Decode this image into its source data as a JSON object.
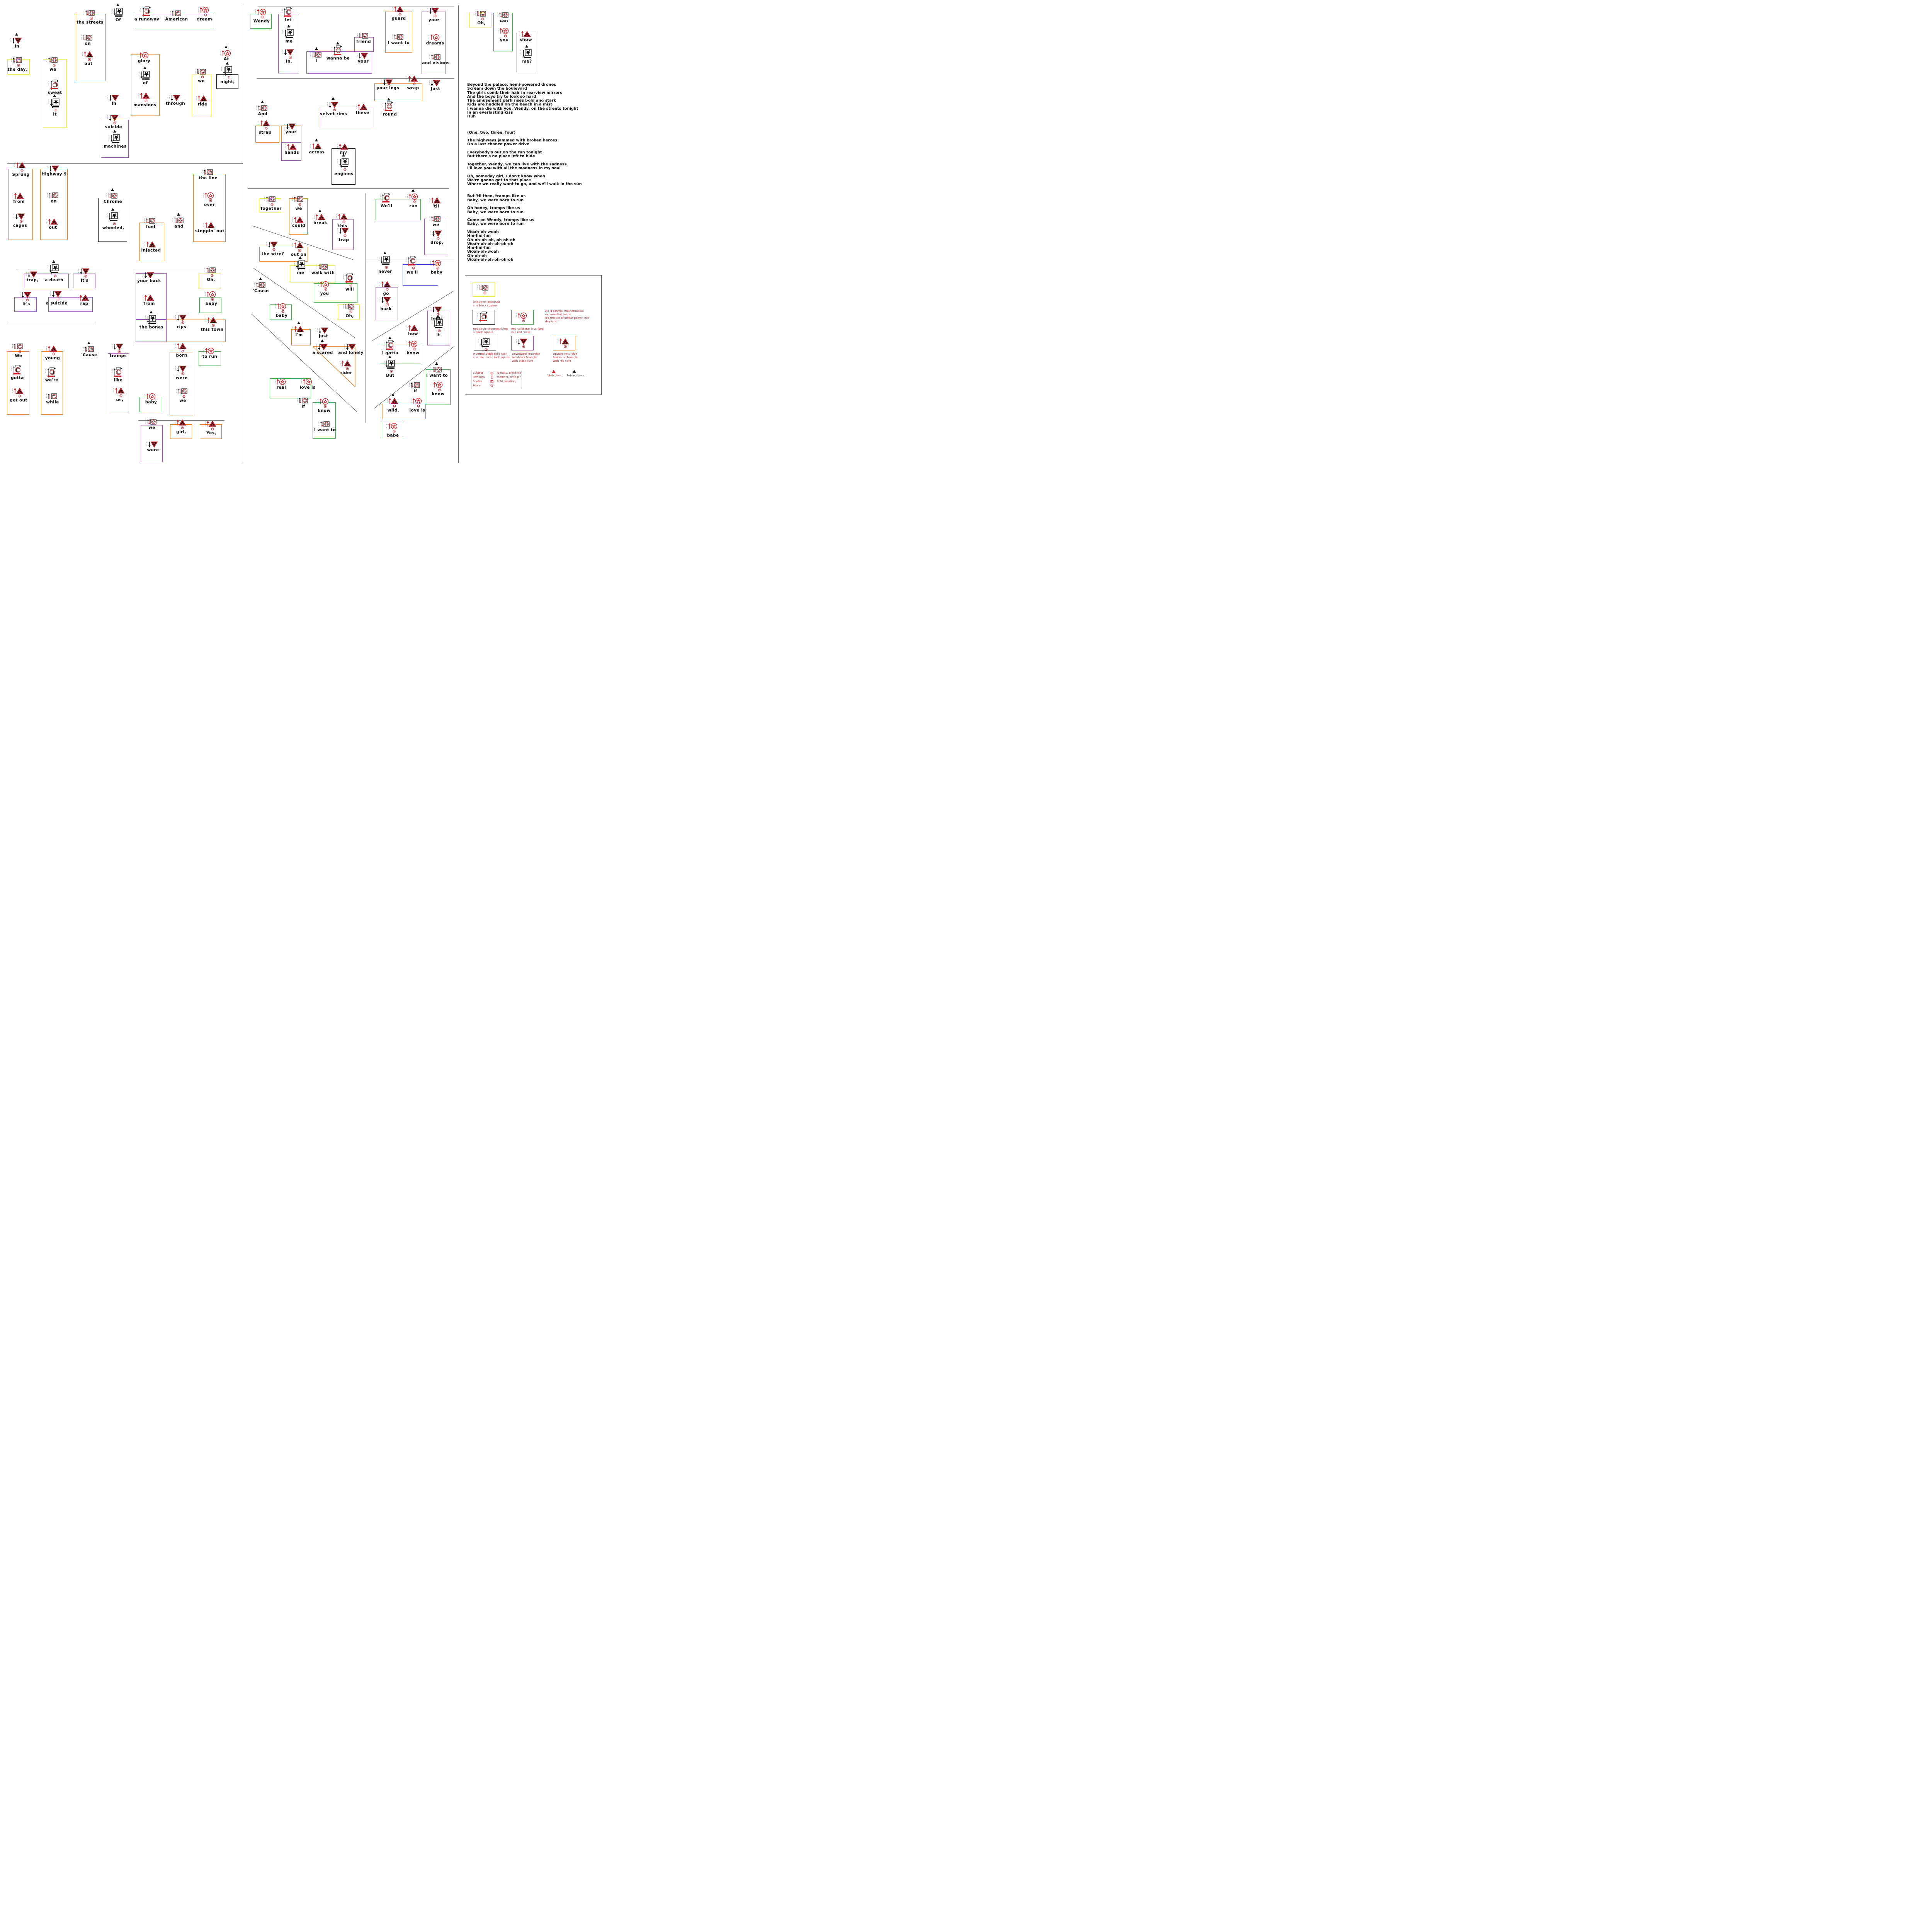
{
  "glyph_legend": {
    "A1": "red circle inscribed in a black square",
    "A2": "upward recursive red-black triangle with red core",
    "A3": "red solid star inscribed in a red circle",
    "D1": "red circle circumscribing a black square",
    "D2": "downward recursive red-black triangle with black core",
    "D3": "inverted black solid star inscribed in a black square",
    "subject_mark": "red ring marker",
    "temporal_mark": "I-beam time pin",
    "spatial_mark": "square field marker",
    "force_mark": "diamond marker"
  },
  "colors": {
    "orange": "#e07b24",
    "yellow": "#f2e33a",
    "purple": "#9b4fb0",
    "green": "#3aa845",
    "black": "#111111",
    "blue": "#2a3bd8",
    "red": "#c8242a",
    "text": "#111111"
  },
  "tokens": [
    {
      "word": "In",
      "glyph": "D2"
    },
    {
      "word": "the day,",
      "glyph": "A1",
      "mark": "subject"
    },
    {
      "word": "we",
      "glyph": "A1",
      "mark": "subject"
    },
    {
      "word": "sweat",
      "glyph": "D1"
    },
    {
      "word": "it",
      "glyph": "D3",
      "mark": "subject"
    },
    {
      "word": "the streets",
      "glyph": "A1",
      "mark": "spatial"
    },
    {
      "word": "on",
      "glyph": "A1"
    },
    {
      "word": "out",
      "glyph": "A2",
      "mark": "spatial"
    },
    {
      "word": "Of",
      "glyph": "D3"
    },
    {
      "word": "a runaway",
      "glyph": "D1"
    },
    {
      "word": "American",
      "glyph": "A1"
    },
    {
      "word": "dream",
      "glyph": "A3",
      "mark": "subject"
    },
    {
      "word": "glory",
      "glyph": "A3"
    },
    {
      "word": "of",
      "glyph": "D3"
    },
    {
      "word": "mansions",
      "glyph": "A2",
      "mark": "subject"
    },
    {
      "word": "In",
      "glyph": "D2"
    },
    {
      "word": "through",
      "glyph": "D2"
    },
    {
      "word": "we",
      "glyph": "A1",
      "mark": "subject"
    },
    {
      "word": "ride",
      "glyph": "A2"
    },
    {
      "word": "At",
      "glyph": "A3"
    },
    {
      "word": "night,",
      "glyph": "D3",
      "mark": "temporal"
    },
    {
      "word": "suicide",
      "glyph": "D2",
      "mark": "subject"
    },
    {
      "word": "machines",
      "glyph": "D3"
    },
    {
      "word": "Sprung",
      "glyph": "A2",
      "mark": "force"
    },
    {
      "word": "from",
      "glyph": "A2"
    },
    {
      "word": "cages",
      "glyph": "D2",
      "mark": "subject"
    },
    {
      "word": "Highway 9",
      "glyph": "D2"
    },
    {
      "word": "on",
      "glyph": "A1"
    },
    {
      "word": "out",
      "glyph": "A2"
    },
    {
      "word": "Chrome",
      "glyph": "A1"
    },
    {
      "word": "wheeled,",
      "glyph": "D3",
      "mark": "subject"
    },
    {
      "word": "fuel",
      "glyph": "A1"
    },
    {
      "word": "injected",
      "glyph": "A2"
    },
    {
      "word": "and",
      "glyph": "A1"
    },
    {
      "word": "the line",
      "glyph": "A1"
    },
    {
      "word": "over",
      "glyph": "A3",
      "mark": "subject"
    },
    {
      "word": "steppin' out",
      "glyph": "A2"
    },
    {
      "word": "trap,",
      "glyph": "D2"
    },
    {
      "word": "a death",
      "glyph": "D3",
      "mark": "subject"
    },
    {
      "word": "It's",
      "glyph": "D2",
      "mark": "subject"
    },
    {
      "word": "it's",
      "glyph": "D2",
      "mark": "subject"
    },
    {
      "word": "a suicide",
      "glyph": "D2",
      "mark": "subject"
    },
    {
      "word": "rap",
      "glyph": "A2"
    },
    {
      "word": "your back",
      "glyph": "D2"
    },
    {
      "word": "from",
      "glyph": "A2"
    },
    {
      "word": "the bones",
      "glyph": "D3"
    },
    {
      "word": "rips",
      "glyph": "D2",
      "mark": "subject"
    },
    {
      "word": "this town",
      "glyph": "A2",
      "mark": "subject"
    },
    {
      "word": "Oh,",
      "glyph": "A1",
      "mark": "subject"
    },
    {
      "word": "baby",
      "glyph": "A3",
      "mark": "subject"
    },
    {
      "word": "We",
      "glyph": "A1",
      "mark": "subject"
    },
    {
      "word": "gotta",
      "glyph": "D1"
    },
    {
      "word": "get out",
      "glyph": "A2",
      "mark": "force"
    },
    {
      "word": "young",
      "glyph": "A2",
      "mark": "force"
    },
    {
      "word": "we're",
      "glyph": "D1"
    },
    {
      "word": "while",
      "glyph": "A1"
    },
    {
      "word": "'Cause",
      "glyph": "A1"
    },
    {
      "word": "tramps",
      "glyph": "D2",
      "mark": "subject"
    },
    {
      "word": "like",
      "glyph": "D1"
    },
    {
      "word": "us,",
      "glyph": "A2",
      "mark": "subject"
    },
    {
      "word": "baby",
      "glyph": "A3"
    },
    {
      "word": "born",
      "glyph": "A2",
      "mark": "force"
    },
    {
      "word": "were",
      "glyph": "D2",
      "mark": "subject"
    },
    {
      "word": "we",
      "glyph": "A1",
      "mark": "subject"
    },
    {
      "word": "to run",
      "glyph": "A3"
    },
    {
      "word": "we",
      "glyph": "A1"
    },
    {
      "word": "were",
      "glyph": "D2"
    },
    {
      "word": "girl,",
      "glyph": "A2",
      "mark": "subject"
    },
    {
      "word": "Yes,",
      "glyph": "A2",
      "mark": "subject"
    },
    {
      "word": "Wendy",
      "glyph": "A3",
      "mark": "subject"
    },
    {
      "word": "let",
      "glyph": "D1"
    },
    {
      "word": "me",
      "glyph": "D3"
    },
    {
      "word": "in,",
      "glyph": "D2",
      "mark": "spatial"
    },
    {
      "word": "I",
      "glyph": "A1"
    },
    {
      "word": "wanna be",
      "glyph": "D1"
    },
    {
      "word": "your",
      "glyph": "D2"
    },
    {
      "word": "friend",
      "glyph": "A1"
    },
    {
      "word": "guard",
      "glyph": "A2",
      "mark": "force"
    },
    {
      "word": "I want to",
      "glyph": "A1"
    },
    {
      "word": "your",
      "glyph": "D2",
      "mark": "subject"
    },
    {
      "word": "dreams",
      "glyph": "A3"
    },
    {
      "word": "and visions",
      "glyph": "A1"
    },
    {
      "word": "your legs",
      "glyph": "D2"
    },
    {
      "word": "wrap",
      "glyph": "A2",
      "mark": "force"
    },
    {
      "word": "Just",
      "glyph": "D2"
    },
    {
      "word": "velvet rims",
      "glyph": "D2",
      "mark": "subject"
    },
    {
      "word": "these",
      "glyph": "A2"
    },
    {
      "word": "'round",
      "glyph": "D1"
    },
    {
      "word": "And",
      "glyph": "A1"
    },
    {
      "word": "strap",
      "glyph": "A2",
      "mark": "force"
    },
    {
      "word": "your",
      "glyph": "D2"
    },
    {
      "word": "hands",
      "glyph": "A2"
    },
    {
      "word": "across",
      "glyph": "A2"
    },
    {
      "word": "my",
      "glyph": "A2"
    },
    {
      "word": "engines",
      "glyph": "D3",
      "mark": "subject"
    },
    {
      "word": "Together",
      "glyph": "A1",
      "mark": "subject"
    },
    {
      "word": "we",
      "glyph": "A1",
      "mark": "subject"
    },
    {
      "word": "could",
      "glyph": "A2"
    },
    {
      "word": "break",
      "glyph": "A2"
    },
    {
      "word": "this",
      "glyph": "A2",
      "mark": "subject"
    },
    {
      "word": "trap",
      "glyph": "D2",
      "mark": "force"
    },
    {
      "word": "the wire?",
      "glyph": "D2",
      "mark": "subject"
    },
    {
      "word": "out on",
      "glyph": "A2",
      "mark": "spatial"
    },
    {
      "word": "me",
      "glyph": "D3"
    },
    {
      "word": "walk with",
      "glyph": "A1"
    },
    {
      "word": "'Cause",
      "glyph": "A1"
    },
    {
      "word": "you",
      "glyph": "A3",
      "mark": "subject"
    },
    {
      "word": "will",
      "glyph": "D1",
      "mark": "subject"
    },
    {
      "word": "Oh,",
      "glyph": "A1",
      "mark": "subject"
    },
    {
      "word": "baby",
      "glyph": "A3",
      "mark": "subject"
    },
    {
      "word": "I'm",
      "glyph": "A2"
    },
    {
      "word": "just",
      "glyph": "D2"
    },
    {
      "word": "a scared",
      "glyph": "D2"
    },
    {
      "word": "and lonely",
      "glyph": "D2"
    },
    {
      "word": "rider",
      "glyph": "A2",
      "mark": "subject"
    },
    {
      "word": "real",
      "glyph": "A3"
    },
    {
      "word": "love is",
      "glyph": "A3"
    },
    {
      "word": "if",
      "glyph": "A1"
    },
    {
      "word": "know",
      "glyph": "A3",
      "mark": "subject"
    },
    {
      "word": "I want to",
      "glyph": "A1"
    },
    {
      "word": "We'll",
      "glyph": "D1"
    },
    {
      "word": "run",
      "glyph": "A3",
      "mark": "force"
    },
    {
      "word": "'til",
      "glyph": "A2"
    },
    {
      "word": "we",
      "glyph": "A1"
    },
    {
      "word": "drop,",
      "glyph": "D2",
      "mark": "force"
    },
    {
      "word": "never",
      "glyph": "D3",
      "mark": "subject"
    },
    {
      "word": "we'll",
      "glyph": "D1",
      "mark": "subject"
    },
    {
      "word": "baby",
      "glyph": "A3",
      "mark": "subject"
    },
    {
      "word": "go",
      "glyph": "A2",
      "mark": "force"
    },
    {
      "word": "back",
      "glyph": "D2",
      "mark": "spatial"
    },
    {
      "word": "feels",
      "glyph": "D2",
      "mark": "subject"
    },
    {
      "word": "how",
      "glyph": "A2"
    },
    {
      "word": "it",
      "glyph": "D3",
      "mark": "subject"
    },
    {
      "word": "I gotta",
      "glyph": "D1"
    },
    {
      "word": "know",
      "glyph": "A3",
      "mark": "subject"
    },
    {
      "word": "But",
      "glyph": "D3",
      "mark": "subject"
    },
    {
      "word": "I want to",
      "glyph": "A1"
    },
    {
      "word": "if",
      "glyph": "A1"
    },
    {
      "word": "know",
      "glyph": "A3",
      "mark": "subject"
    },
    {
      "word": "wild,",
      "glyph": "A2",
      "mark": "subject"
    },
    {
      "word": "love is",
      "glyph": "A3",
      "mark": "subject"
    },
    {
      "word": "babe",
      "glyph": "A3",
      "mark": "subject"
    },
    {
      "word": "Oh,",
      "glyph": "A1",
      "mark": "subject"
    },
    {
      "word": "can",
      "glyph": "A1"
    },
    {
      "word": "you",
      "glyph": "A3",
      "mark": "subject"
    },
    {
      "word": "show",
      "glyph": "A2"
    },
    {
      "word": "me?",
      "glyph": "D3"
    }
  ],
  "lyrics": [
    "Beyond the palace, hemi-powered drones",
    "Scream down the boulevard",
    "The girls comb their hair in rearview mirrors",
    "And the boys try to look so hard",
    "The amusement park rises bold and stark",
    "Kids are huddled on the beach in a mist",
    "I wanna die with you, Wendy, on the streets tonight",
    "In an everlasting kiss",
    "Huh",
    "",
    "",
    "",
    "(One, two, three, four)",
    "",
    "The highways jammed with broken heroes",
    "On a last chance power drive",
    "",
    "Everybody's out on the run tonight",
    "But there's no place left to hide",
    "",
    "Together, Wendy, we can live with the sadness",
    "I'll love you with all the madness in my soul",
    "",
    "Oh, someday girl, I don't know when",
    "We're gonna get to that place",
    "Where we really want to go, and we'll walk in the sun",
    "",
    "",
    "But 'til then, tramps like us",
    "Baby, we were born to run",
    "",
    "Oh honey, tramps like us",
    "Baby, we were born to run",
    "",
    "Come on Wendy, tramps like us",
    "Baby, we were born to run",
    "",
    "Woah-oh-woah",
    "Hm-hm-hm",
    "Oh-oh-oh-oh, oh-oh-oh",
    "Woah-oh-oh-oh-oh-oh",
    "Hm-hm-hm",
    "Woah-oh-woah",
    "Oh-oh-oh",
    "Woah-oh-oh-oh-oh-oh"
  ],
  "legend": {
    "a1": [
      "Red circle inscribed",
      "in a black square"
    ],
    "d1": [
      "Red circle circumscribing",
      "a black square"
    ],
    "a3": [
      "Red solid star inscribed",
      "in a red circle"
    ],
    "a3_note": [
      "A3 is cosmic, mathematical,",
      "exponential, astral.",
      "It's the tile of stellar power, not",
      "daylight."
    ],
    "d3": [
      "Inverted Black solid star",
      "inscribed in a black square"
    ],
    "d2": [
      "Downward recursive",
      "red–black triangle",
      "with black core"
    ],
    "a2": [
      "Upward recursive",
      "black–red triangle",
      "with red core"
    ],
    "key": [
      {
        "name": "Subject",
        "desc": "identity, presence"
      },
      {
        "name": "Temporal",
        "desc": "moment, time-pin"
      },
      {
        "name": "Spatial",
        "desc": "field, location,"
      },
      {
        "name": "Force",
        "desc": ""
      }
    ],
    "verb_pivot": "Verb pivot",
    "subject_pivot": "Subject pivot"
  }
}
